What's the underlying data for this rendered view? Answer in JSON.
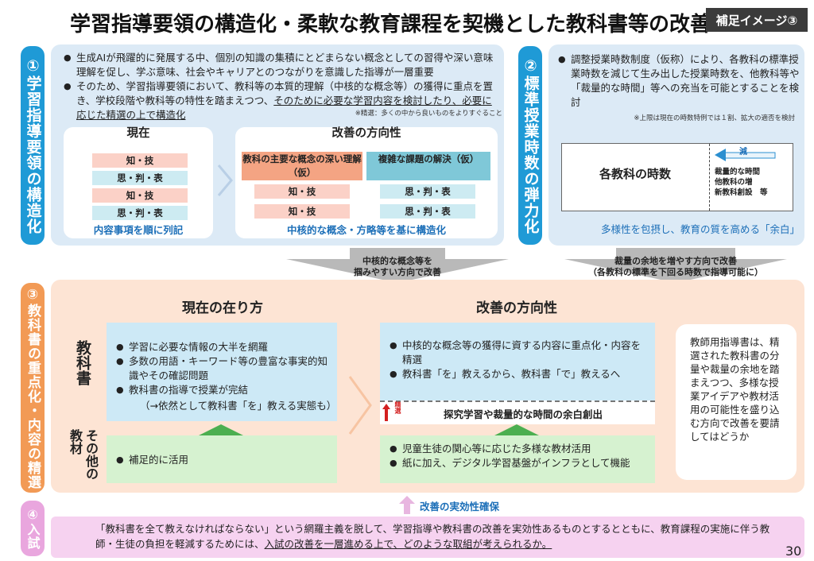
{
  "title": "学習指導要領の構造化・柔軟な教育課程を契機とした教科書等の改善",
  "badge": "補足イメージ③",
  "page_number": "30",
  "section1": {
    "label": "①学習指導要領の構造化",
    "bullets": [
      "生成AIが飛躍的に発展する中、個別の知識の集積にとどまらない概念としての習得や深い意味理解を促し、学ぶ意味、社会やキャリアとのつながりを意識した指導が一層重要",
      "そのため、学習指導要領において、教科等の本質的理解（中核的な概念等）の獲得に重点を置き、学校段階や教科等の特性を踏まえつつ、",
      "そのために必要な学習内容を検討したり、必要に応じた精選の上で構造化"
    ],
    "note": "※精選：多くの中から良いものをよりすぐること",
    "current": {
      "heading": "現在",
      "items": [
        "知・技",
        "思・判・表",
        "知・技",
        "思・判・表"
      ],
      "caption": "内容事項を順に列記"
    },
    "improved": {
      "heading": "改善の方向性",
      "col1_title": "教科の主要な概念の深い理解（仮）",
      "col2_title": "複雑な課題の解決（仮）",
      "col1_items": [
        "知・技",
        "知・技"
      ],
      "col2_items": [
        "思・判・表",
        "思・判・表"
      ],
      "caption": "中核的な概念・方略等を基に構造化"
    }
  },
  "section2": {
    "label": "②標準授業時数の弾力化",
    "bullet": "調整授業時数制度（仮称）により、各教科の標準授業時数を減じて生み出した授業時数を、他教科等や「裁量的な時間」等への充当を可能とすることを検討",
    "note": "※上限は現在の時数特例では１割、拡大の適否を検討",
    "hours_label": "各教科の時数",
    "reduce_label": "減",
    "side_lines": [
      "裁量的な時間",
      "他教科の増",
      "新教科創設　等"
    ],
    "caption": "多様性を包摂し、教育の質を高める「余白」"
  },
  "arrows": {
    "left_line1": "中核的な概念等を",
    "left_line2": "掴みやすい方向で改善",
    "right_line1": "裁量の余地を増やす方向で改善",
    "right_line2": "（各教科の標準を下回る時数で指導可能に）"
  },
  "section3": {
    "label": "③教科書の重点化・内容の精選",
    "current_heading": "現在の在り方",
    "improved_heading": "改善の方向性",
    "textbook_label": "教科書",
    "other_label": "その他の教材",
    "current_textbook": [
      "学習に必要な情報の大半を網羅",
      "多数の用語・キーワード等の豊富な事実的知識やその確認問題",
      "教科書の指導で授業が完結",
      "（→依然として教科書「を」教える実態も）"
    ],
    "current_other": [
      "補足的に活用"
    ],
    "improved_textbook": [
      "中核的な概念等の獲得に資する内容に重点化・内容を精選",
      "教科書「を」教えるから、教科書「で」教えるへ"
    ],
    "seisen": "精選",
    "margin_line": "探究学習や裁量的な時間の余白創出",
    "improved_other": [
      "児童生徒の関心等に応じた多様な教材活用",
      "紙に加え、デジタル学習基盤がインフラとして機能"
    ],
    "side_note": "教師用指導書は、精選された教科書の分量や裁量の余地を踏まえつつ、多様な授業アイデアや教材活用の可能性を盛り込む方向で改善を要請してはどうか"
  },
  "section4": {
    "label": "④入試",
    "arrow_caption": "改善の実効性確保",
    "text_part1": "「教科書を全て教えなければならない」という網羅主義を脱して、学習指導や教科書の改善を実効性あるものとするとともに、教育課程の実施に伴う教師・生徒の負担を軽減するためには、",
    "text_part2": "入試の改善を一層進める上で、どのような取組が考えられるか。"
  }
}
